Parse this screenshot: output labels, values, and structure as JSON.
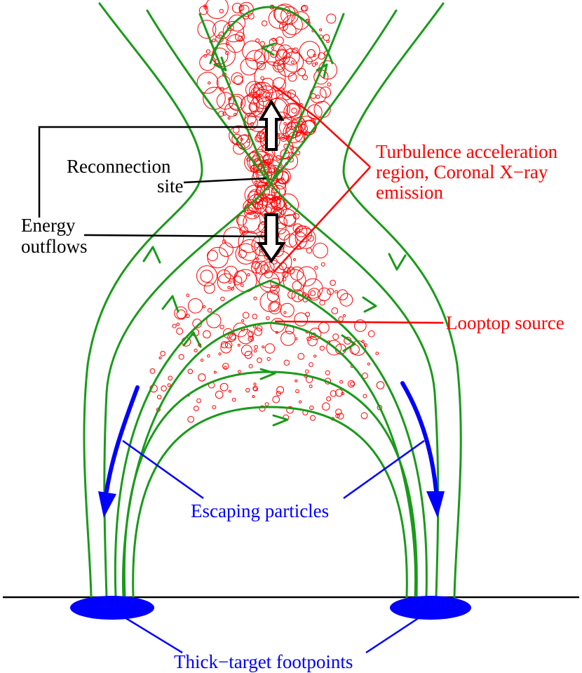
{
  "labels": {
    "reconnection_line1": "Reconnection",
    "reconnection_line2": "site",
    "energy_line1": "Energy",
    "energy_line2": "outflows",
    "turbulence_line1": "Turbulence acceleration",
    "turbulence_line2": "region, Coronal X−ray",
    "turbulence_line3": "emission",
    "looptop": "Looptop source",
    "escaping": "Escaping particles",
    "footpoints": "Thick−target footpoints"
  },
  "colors": {
    "field_lines": "#1a9a1a",
    "turbulence": "#ff0000",
    "particles": "#0000ff",
    "pointer_black": "#000000",
    "background": "#ffffff"
  }
}
